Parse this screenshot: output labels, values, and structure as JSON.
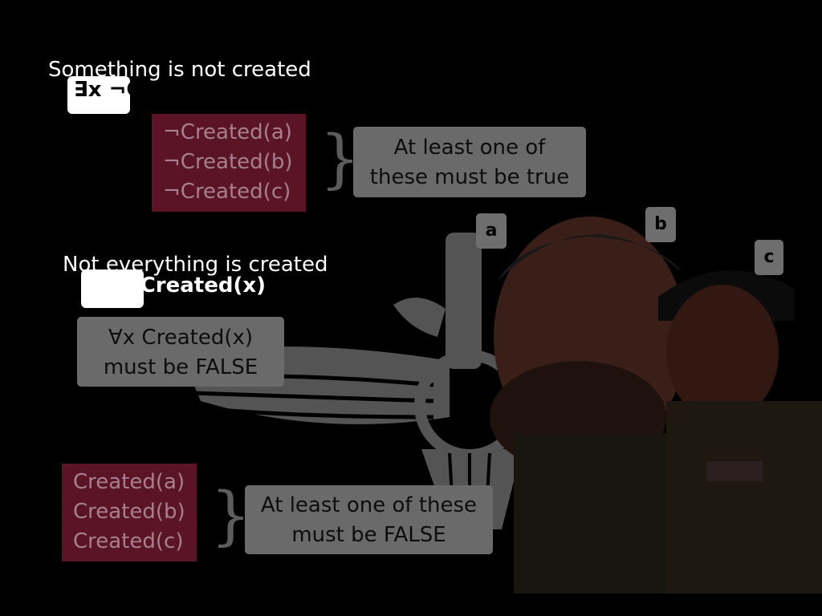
{
  "section1": {
    "heading": "Something is not created",
    "formula": "∃x ¬Created(x)",
    "items": [
      "¬Created(a)",
      "¬Created(b)",
      "¬Created(c)"
    ],
    "note_line1": "At least one of",
    "note_line2": "these must be true"
  },
  "section2": {
    "heading": "Not everything is created",
    "formula": "¬∀x Created(x)",
    "note_line1": "∀x Created(x)",
    "note_line2": "must be FALSE",
    "items": [
      "Created(a)",
      "Created(b)",
      "Created(c)"
    ],
    "note2_line1": "At least one of these",
    "note2_line2": "must be FALSE"
  },
  "labels": {
    "a": "a",
    "b": "b",
    "c": "c"
  },
  "colors": {
    "background": "#000000",
    "maroon_box": "#5a1426",
    "gray_box": "#6a6a6a"
  }
}
